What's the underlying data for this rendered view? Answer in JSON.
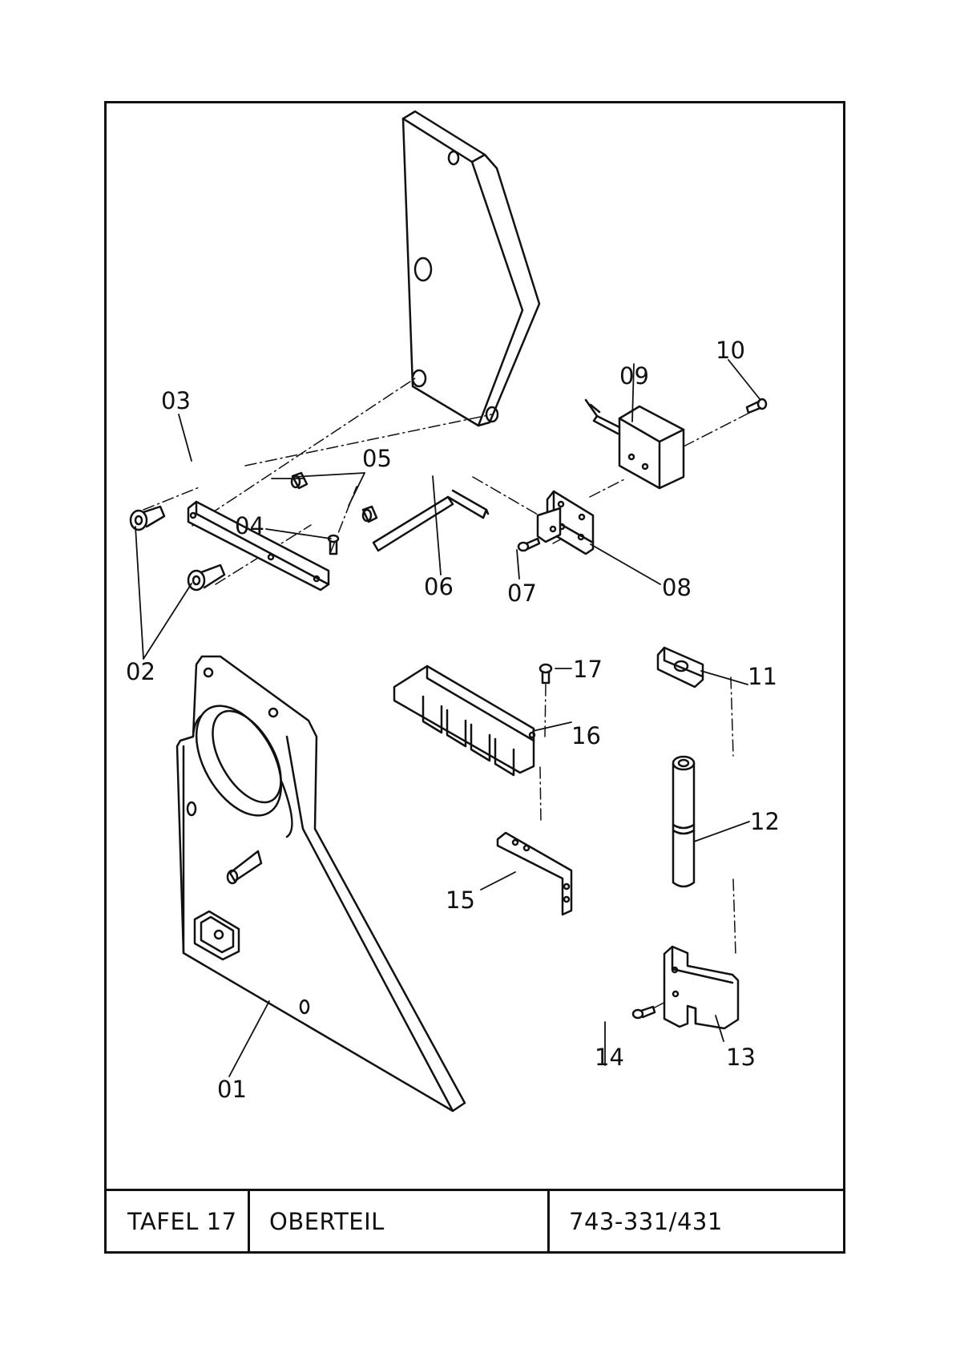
{
  "title_block": {
    "plate": "TAFEL 17",
    "assembly": "OBERTEIL",
    "model": "743-331/431"
  },
  "callouts": {
    "p01": "01",
    "p02": "02",
    "p03": "03",
    "p04": "04",
    "p05": "05",
    "p06": "06",
    "p07": "07",
    "p08": "08",
    "p09": "09",
    "p10": "10",
    "p11": "11",
    "p12": "12",
    "p13": "13",
    "p14": "14",
    "p15": "15",
    "p16": "16",
    "p17": "17"
  }
}
